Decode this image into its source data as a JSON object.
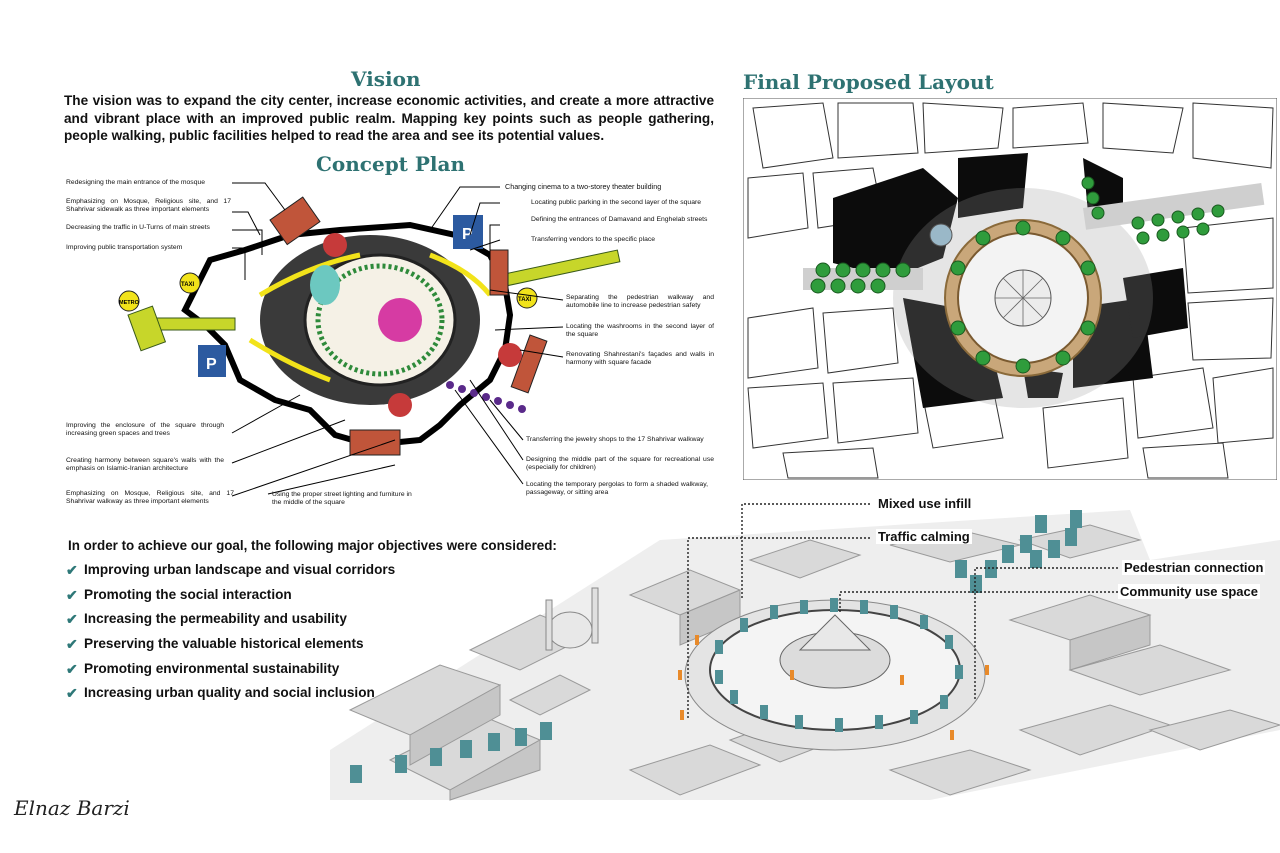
{
  "vision": {
    "title": "Vision",
    "text": "The vision was to expand the city center, increase economic activities, and create a more attractive and vibrant place with an improved public realm. Mapping key points such as people gathering, people walking, public facilities helped to read the area and see its potential values."
  },
  "concept_plan": {
    "title": "Concept Plan",
    "left_annotations": [
      "Redesigning the main entrance of the mosque",
      "Emphasizing on Mosque, Religious site, and 17 Shahrivar sidewalk as three important elements",
      "Decreasing the traffic in U-Turns of main streets",
      "Improving public transportation system",
      "Improving the enclosure of the square through increasing green spaces and trees",
      "Creating harmony between square's walls with the emphasis on Islamic-Iranian architecture",
      "Emphasizing on Mosque, Religious site, and 17 Shahrivar walkway as three important elements"
    ],
    "bottom_annotation": "Using the proper street lighting and furniture in the middle of the square",
    "right_annotations": [
      "Changing cinema to a two-storey theater building",
      "Locating public parking in the second layer of the square",
      "Defining the entrances of Damavand and Enghelab streets",
      "Transferring vendors to the specific place",
      "Separating the pedestrian walkway and automobile line to increase pedestrian safety",
      "Locating the washrooms in the second layer of the square",
      "Renovating Shahrestani's façades and walls in harmony with square facade",
      "Transferring the jewelry shops to the 17 Shahrivar walkway",
      "Designing the middle part of the square for recreational use (especially for children)",
      "Locating the temporary pergolas to form a shaded walkway, passageway, or sitting area"
    ],
    "map_labels": {
      "taxi": "TAXI",
      "metro": "METRO",
      "parking": "P"
    }
  },
  "layout": {
    "title": "Final Proposed Layout"
  },
  "objectives": {
    "intro": "In order to achieve our goal, the following major objectives were considered:",
    "items": [
      "Improving urban landscape and visual corridors",
      "Promoting the social interaction",
      "Increasing the permeability and usability",
      "Preserving the valuable historical elements",
      "Promoting environmental sustainability",
      "Increasing urban quality and social inclusion"
    ],
    "check_icon": "✔"
  },
  "callouts": {
    "mixed_use": "Mixed use infill",
    "traffic": "Traffic calming",
    "pedestrian": "Pedestrian connection",
    "community": "Community use space"
  },
  "signature": "Elnaz Barzi",
  "colors": {
    "heading": "#2e7272",
    "check": "#2e7878",
    "tree": "#2f9c3c",
    "people": "#e88a2a",
    "canopy": "#4f8f95"
  }
}
